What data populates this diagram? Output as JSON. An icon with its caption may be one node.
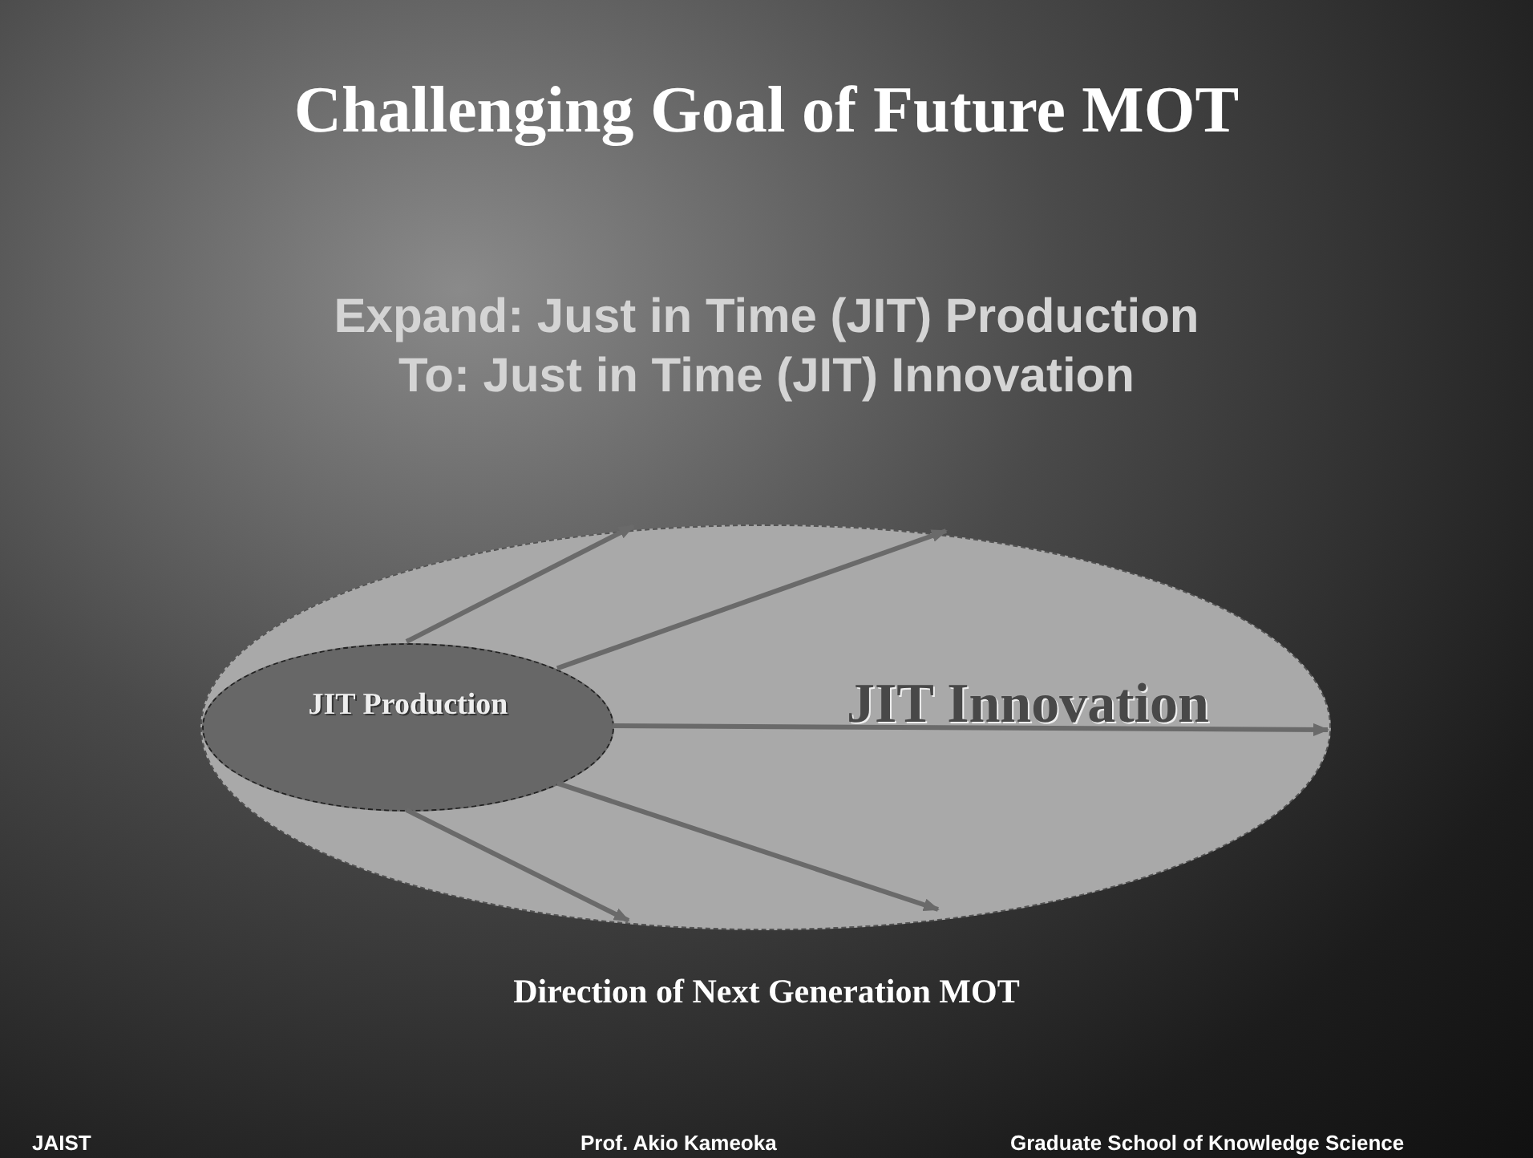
{
  "diagram": {
    "title": "Challenging Goal of Future MOT",
    "nodes": [
      {
        "text": [
          "JIT Innovation"
        ]
      },
      {
        "text": [
          "JIT Production"
        ],
        "in": 0
      }
    ],
    "edges": [
      {
        "from": 1,
        "to": null,
        "arrow": "to"
      },
      {
        "from": 1,
        "to": null,
        "arrow": "to"
      },
      {
        "from": 1,
        "to": null,
        "arrow": "to"
      },
      {
        "from": 1,
        "to": null,
        "arrow": "to"
      },
      {
        "from": 1,
        "to": null,
        "arrow": "to"
      }
    ],
    "labels": [
      "Expand: Just in Time (JIT) Production",
      "To: Just in Time (JIT) Innovation",
      "JAIST",
      "Prof. Akio Kameoka",
      "Graduate School of Knowledge Science"
    ],
    "caption": "Direction of Next Generation MOT"
  }
}
